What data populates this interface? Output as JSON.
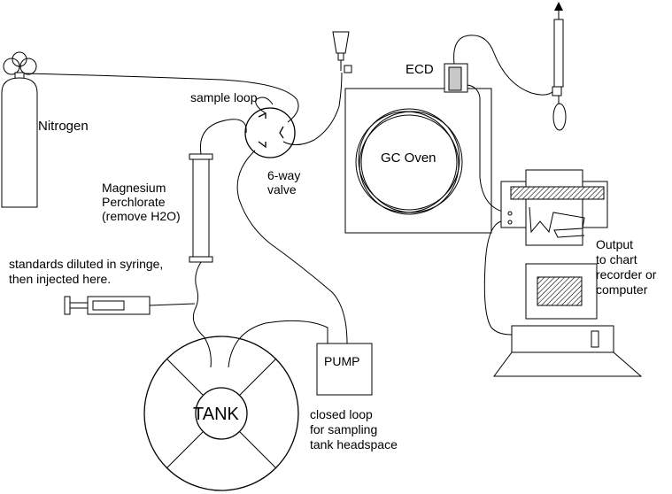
{
  "labels": {
    "nitrogen": "Nitrogen",
    "sample_loop": "sample loop",
    "six_way_1": "6-way",
    "six_way_2": "valve",
    "mgperch_1": "Magnesium",
    "mgperch_2": "Perchlorate",
    "mgperch_3": "(remove H2O)",
    "standards_1": "standards diluted in syringe,",
    "standards_2": "then injected here.",
    "ecd": "ECD",
    "gc_oven": "GC Oven",
    "output_1": "Output",
    "output_2": "to chart",
    "output_3": "recorder or",
    "output_4": "computer",
    "pump": "PUMP",
    "tank": "TANK",
    "closed_1": "closed loop",
    "closed_2": "for sampling",
    "closed_3": "tank headspace"
  }
}
